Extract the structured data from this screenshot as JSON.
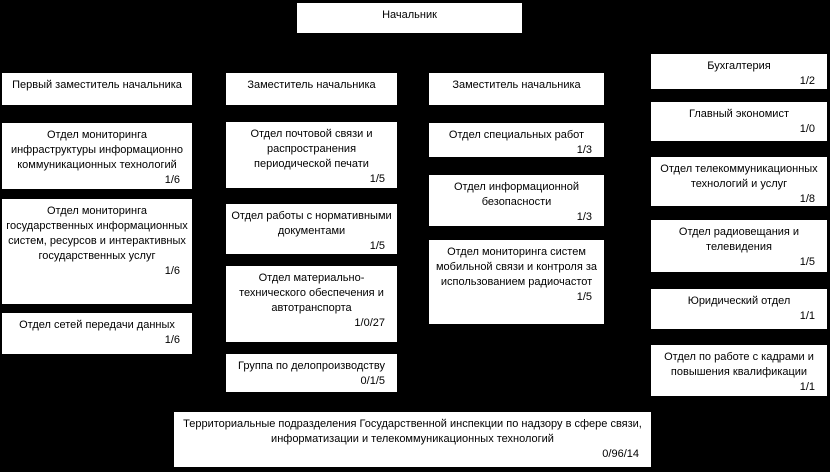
{
  "page": {
    "background_color": "#000000",
    "box_fill_color": "#ffffff",
    "box_text_color": "#000000"
  },
  "org_chart": {
    "boxes": [
      {
        "name": "chief",
        "title": "Начальник",
        "staff": ""
      },
      {
        "name": "first-deputy",
        "title": "Первый заместитель начальника",
        "staff": ""
      },
      {
        "name": "ikt-infrastructure-monitoring",
        "title": "Отдел мониторинга инфраструктуры информационно коммуникационных технологий",
        "staff": "1/6"
      },
      {
        "name": "state-info-systems-monitoring",
        "title": "Отдел мониторинга государственных информационных систем, ресурсов и интерактивных государственных услуг",
        "staff": "1/6"
      },
      {
        "name": "data-networks",
        "title": "Отдел сетей передачи данных",
        "staff": "1/6"
      },
      {
        "name": "deputy-2",
        "title": "Заместитель начальника",
        "staff": ""
      },
      {
        "name": "postal-communications",
        "title": "Отдел почтовой связи и распространения периодической печати",
        "staff": "1/5"
      },
      {
        "name": "normative-documents",
        "title": "Отдел работы с нормативными документами",
        "staff": "1/5"
      },
      {
        "name": "logistics-transport",
        "title": "Отдел материально-технического обеспечения и автотранспорта",
        "staff": "1/0/27"
      },
      {
        "name": "records-group",
        "title": "Группа по делопроизводству",
        "staff": "0/1/5"
      },
      {
        "name": "deputy-3",
        "title": "Заместитель начальника",
        "staff": ""
      },
      {
        "name": "special-works",
        "title": "Отдел специальных работ",
        "staff": "1/3"
      },
      {
        "name": "information-security",
        "title": "Отдел информационной безопасности",
        "staff": "1/3"
      },
      {
        "name": "mobile-radio-monitoring",
        "title": "Отдел мониторинга систем мобильной связи и контроля за использованием радиочастот",
        "staff": "1/5"
      },
      {
        "name": "accounting",
        "title": "Бухгалтерия",
        "staff": "1/2"
      },
      {
        "name": "chief-economist",
        "title": "Главный экономист",
        "staff": "1/0"
      },
      {
        "name": "telecom-technologies",
        "title": "Отдел телекоммуникационных технологий и услуг",
        "staff": "1/8"
      },
      {
        "name": "radio-tv",
        "title": "Отдел радиовещания и телевидения",
        "staff": "1/5"
      },
      {
        "name": "legal",
        "title": "Юридический отдел",
        "staff": "1/1"
      },
      {
        "name": "hr-training",
        "title": "Отдел по работе с кадрами и повышения квалификации",
        "staff": "1/1"
      },
      {
        "name": "territorial-divisions",
        "title": "Территориальные подразделения Государственной инспекции по надзору в сфере связи, информатизации и телекоммуникационных технологий",
        "staff": "0/96/14"
      }
    ]
  }
}
